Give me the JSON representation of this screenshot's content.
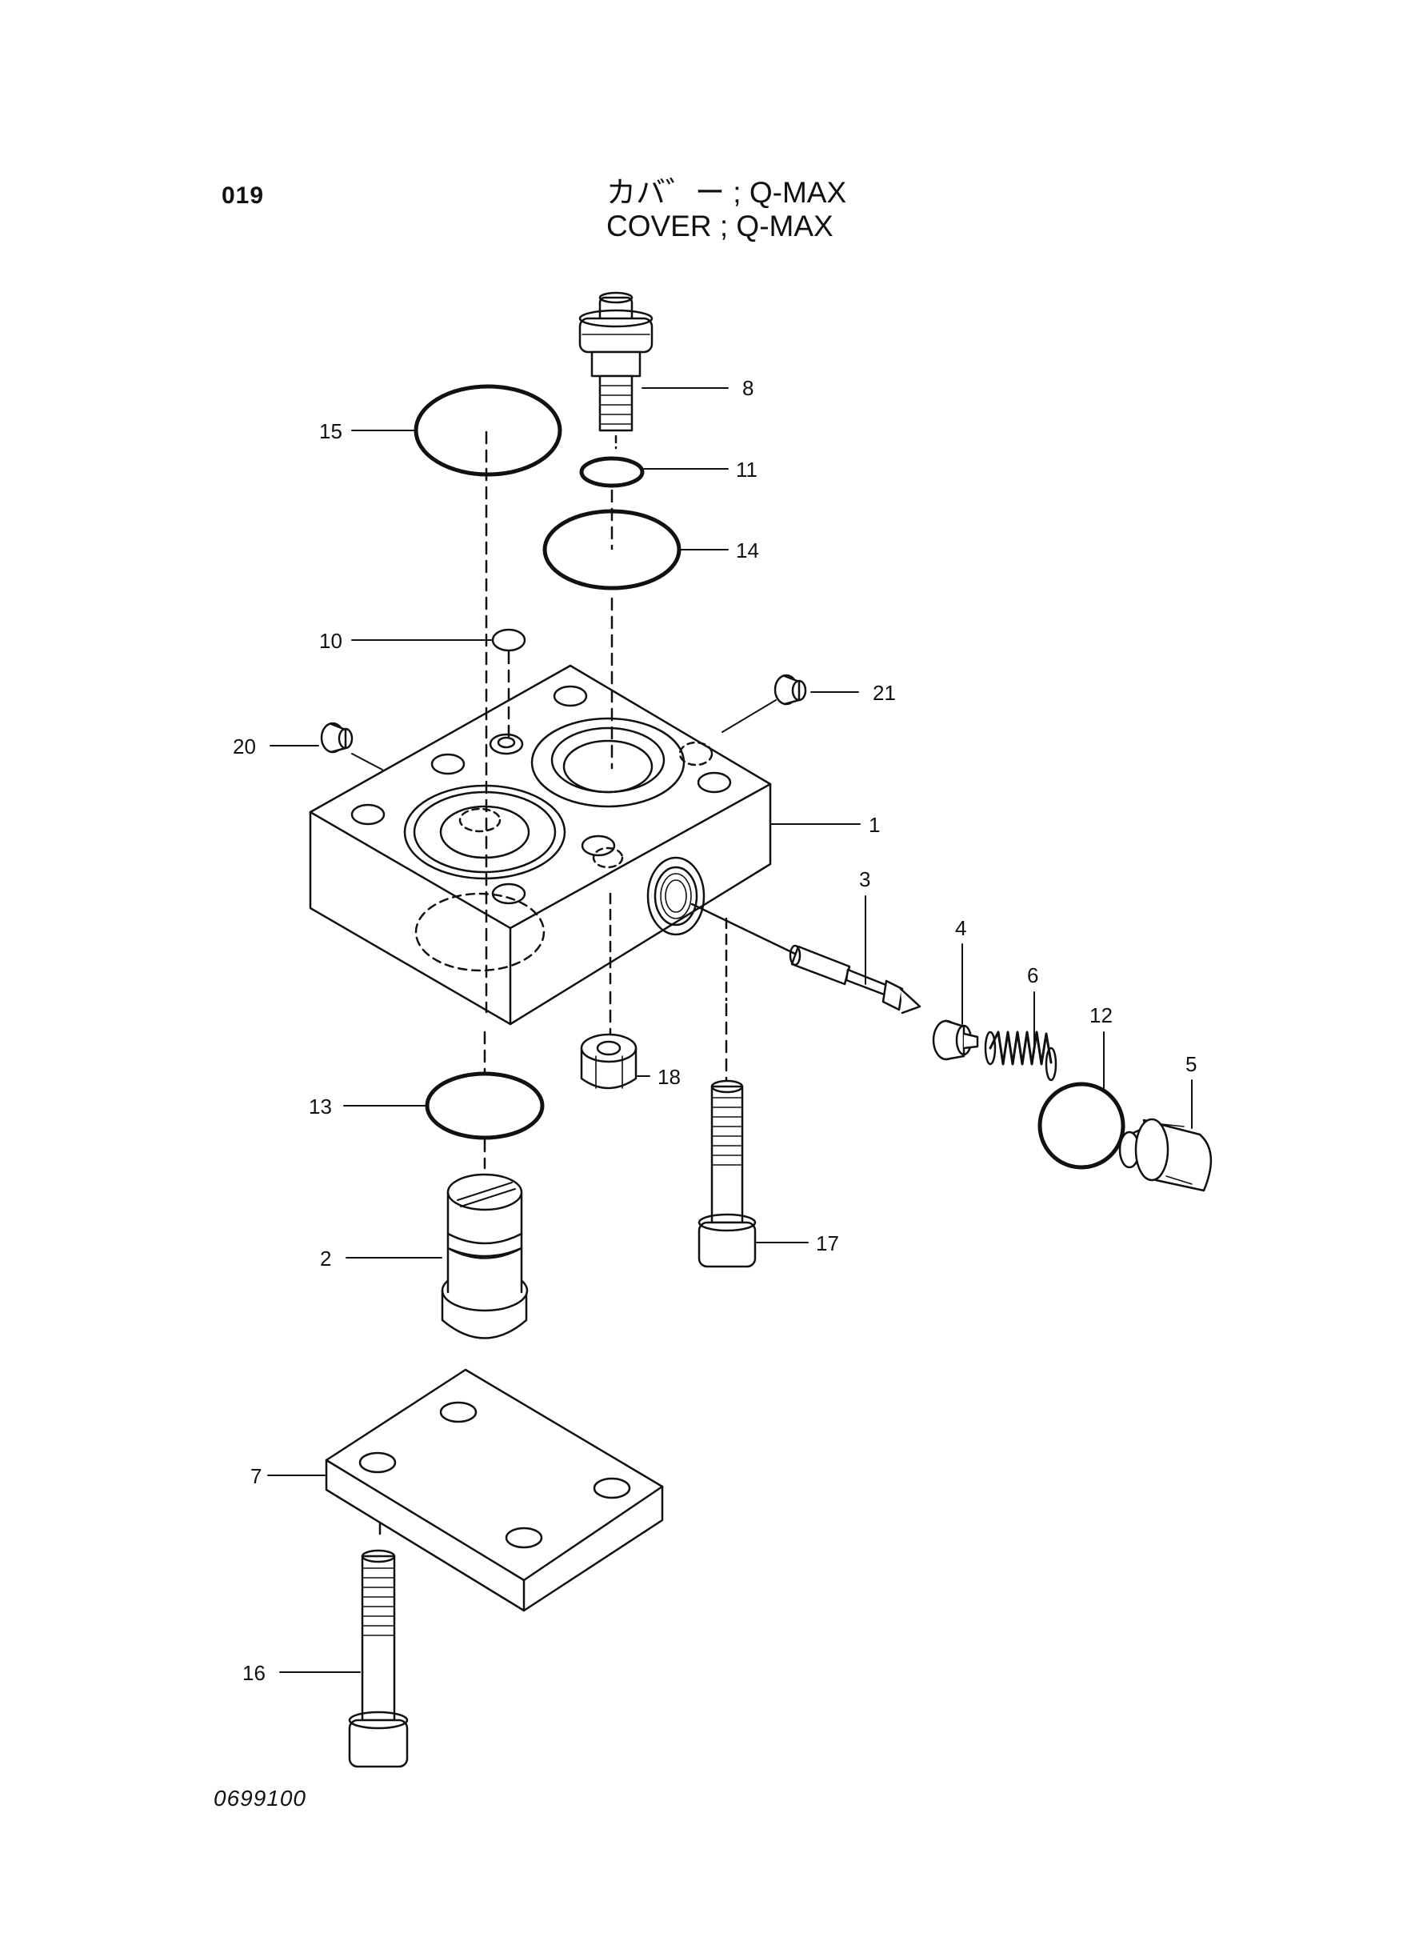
{
  "header": {
    "page_number": "019",
    "title_jp": "カバ゛ー ; Q-MAX",
    "title_en": "COVER ; Q-MAX"
  },
  "footer": {
    "drawing_number": "0699100"
  },
  "callouts": {
    "c1": "1",
    "c2": "2",
    "c3": "3",
    "c4": "4",
    "c5": "5",
    "c6": "6",
    "c7": "7",
    "c8": "8",
    "c10": "10",
    "c11": "11",
    "c12": "12",
    "c13": "13",
    "c14": "14",
    "c15": "15",
    "c16": "16",
    "c17": "17",
    "c18": "18",
    "c20": "20",
    "c21": "21"
  }
}
